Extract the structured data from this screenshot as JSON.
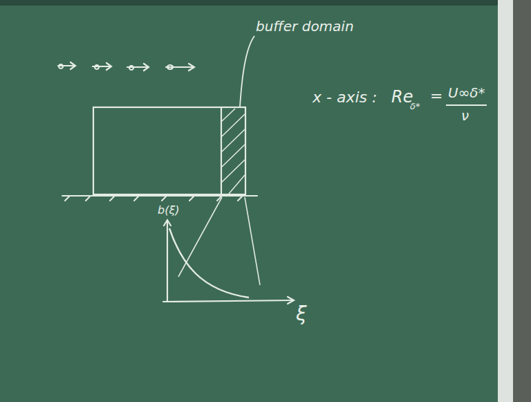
{
  "diagram": {
    "labels": [
      "buffer domain",
      "b(ξ)",
      "ξ",
      "x - axis :",
      "Re",
      "δ*",
      "=",
      "U∞δ*",
      "ν"
    ]
  }
}
